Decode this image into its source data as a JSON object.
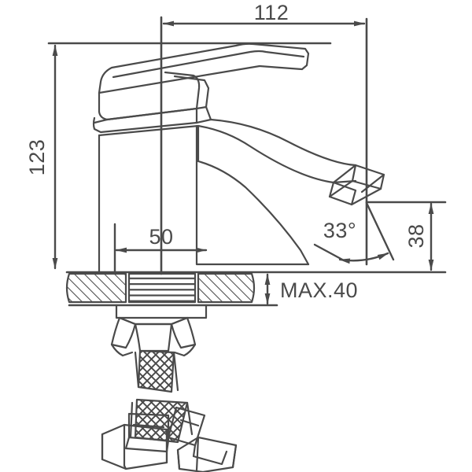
{
  "drawing": {
    "type": "technical-line-drawing",
    "subject": "single-lever basin faucet with braided supply hoses",
    "view": "side elevation",
    "line_color": "#4a4a4a",
    "background_color": "#ffffff",
    "units": "mm"
  },
  "dimensions": {
    "spout_reach": {
      "label": "112",
      "orientation": "horizontal",
      "position": "top"
    },
    "overall_height": {
      "label": "123",
      "orientation": "vertical-rotated",
      "position": "left"
    },
    "center_to_spout_start": {
      "label": "50",
      "orientation": "horizontal",
      "position": "middle-left"
    },
    "aerator_angle": {
      "label": "33",
      "symbol": "°",
      "full": "33°",
      "orientation": "angular",
      "position": "lower-right"
    },
    "outlet_height": {
      "label": "38",
      "orientation": "vertical-rotated",
      "position": "right"
    },
    "max_deck_thickness": {
      "label": "MAX.40",
      "orientation": "horizontal",
      "position": "below-plate"
    }
  },
  "parts": [
    {
      "name": "handle-lever",
      "description": "single lever handle extending right"
    },
    {
      "name": "faucet-body",
      "description": "cylindrical body column"
    },
    {
      "name": "spout",
      "description": "curved downward spout"
    },
    {
      "name": "aerator",
      "description": "angled outlet tip at 33 degrees"
    },
    {
      "name": "mounting-plate",
      "description": "hatched deck section with base"
    },
    {
      "name": "braided-hose",
      "description": "flexible braided supply hoses"
    },
    {
      "name": "hex-nut",
      "description": "hexagonal connector nuts"
    }
  ]
}
